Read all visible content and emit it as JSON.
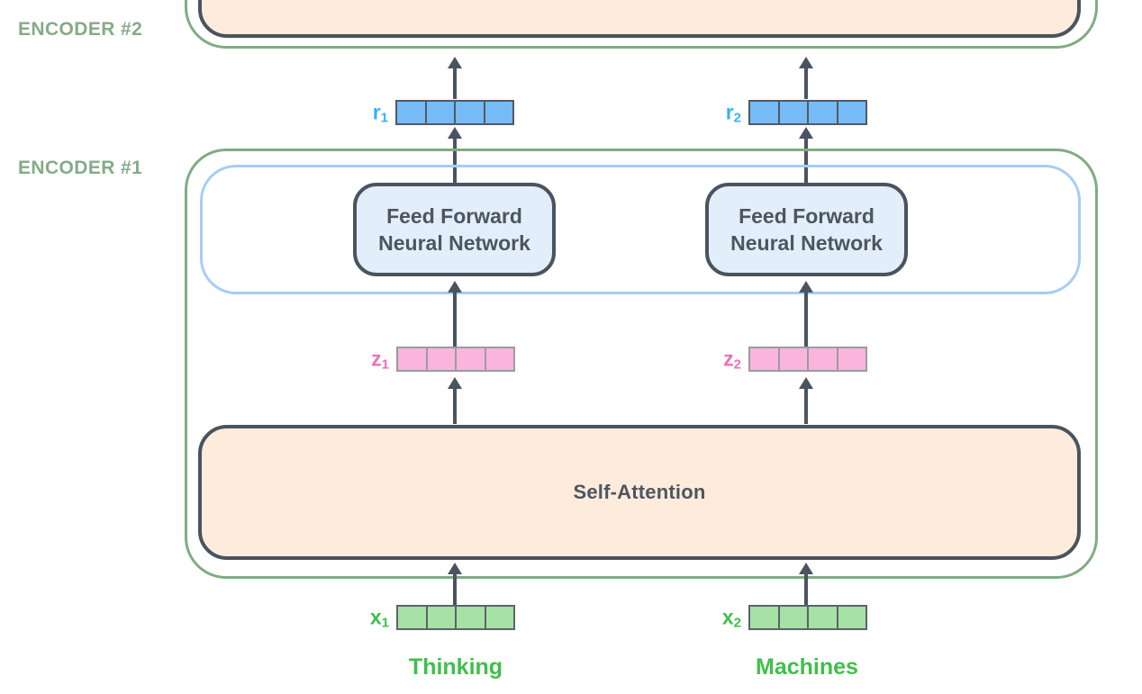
{
  "diagram": {
    "title_context": "Transformer encoder stack diagram",
    "encoder2": {
      "label": "ENCODER #2"
    },
    "encoder1": {
      "label": "ENCODER #1"
    },
    "ffnn": {
      "line1": "Feed Forward",
      "line2": "Neural Network"
    },
    "self_attention": {
      "label": "Self-Attention"
    },
    "vectors": {
      "cells_per_vector": 4,
      "r1": {
        "base": "r",
        "sub": "1"
      },
      "r2": {
        "base": "r",
        "sub": "2"
      },
      "z1": {
        "base": "z",
        "sub": "1"
      },
      "z2": {
        "base": "z",
        "sub": "2"
      },
      "x1": {
        "base": "x",
        "sub": "1"
      },
      "x2": {
        "base": "x",
        "sub": "2"
      }
    },
    "words": {
      "left": "Thinking",
      "right": "Machines"
    },
    "colors": {
      "encoder_border": "#7fac82",
      "encoder_label": "#85ab87",
      "slate_border_text": "#4a545e",
      "self_attention_fill": "#fdecdc",
      "ffnn_fill": "#e3eefb",
      "ffnn_inner_container_border": "#a5cdf6",
      "r_cell_fill": "#76baf7",
      "z_cell_fill": "#fbb4dc",
      "x_cell_fill": "#a6e1a5",
      "r_label": "#36b3f0",
      "z_label": "#f06fb6",
      "x_label": "#40bf4b",
      "word_label": "#3fbf4a"
    }
  }
}
